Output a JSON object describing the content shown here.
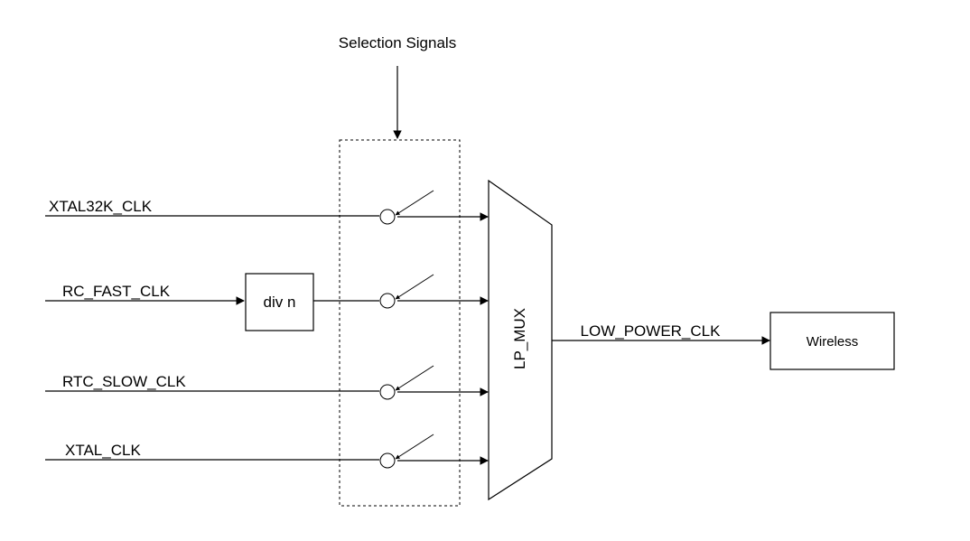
{
  "diagram": {
    "selection_label": "Selection Signals",
    "inputs": [
      {
        "name": "XTAL32K_CLK"
      },
      {
        "name": "RC_FAST_CLK"
      },
      {
        "name": "RTC_SLOW_CLK"
      },
      {
        "name": "XTAL_CLK"
      }
    ],
    "divider_label": "div n",
    "mux_label": "LP_MUX",
    "output_label": "LOW_POWER_CLK",
    "destination_label": "Wireless",
    "colors": {
      "stroke": "#000000",
      "background": "#ffffff"
    }
  }
}
